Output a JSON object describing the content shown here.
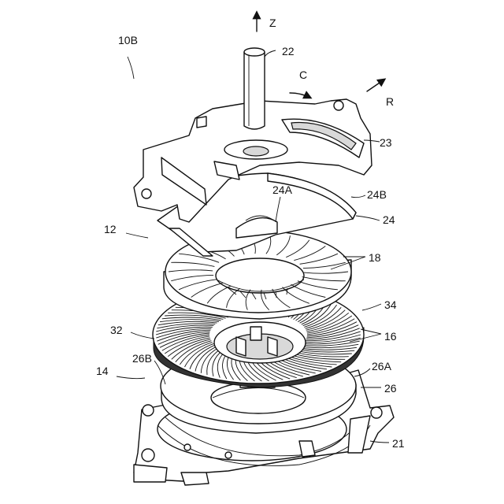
{
  "figure": {
    "labels": {
      "assembly": "10B",
      "axis_z": "Z",
      "dir_c": "C",
      "dir_r": "R",
      "shaft": "22",
      "cover": "23",
      "plate_24a": "24A",
      "plate_24b": "24B",
      "plate": "24",
      "rotor_group": "12",
      "rotor_disc": "18",
      "coil_34": "34",
      "coil_32": "32",
      "core_16": "16",
      "stator_group": "14",
      "base_26b": "26B",
      "base_26a": "26A",
      "base_26": "26",
      "housing": "21"
    }
  }
}
